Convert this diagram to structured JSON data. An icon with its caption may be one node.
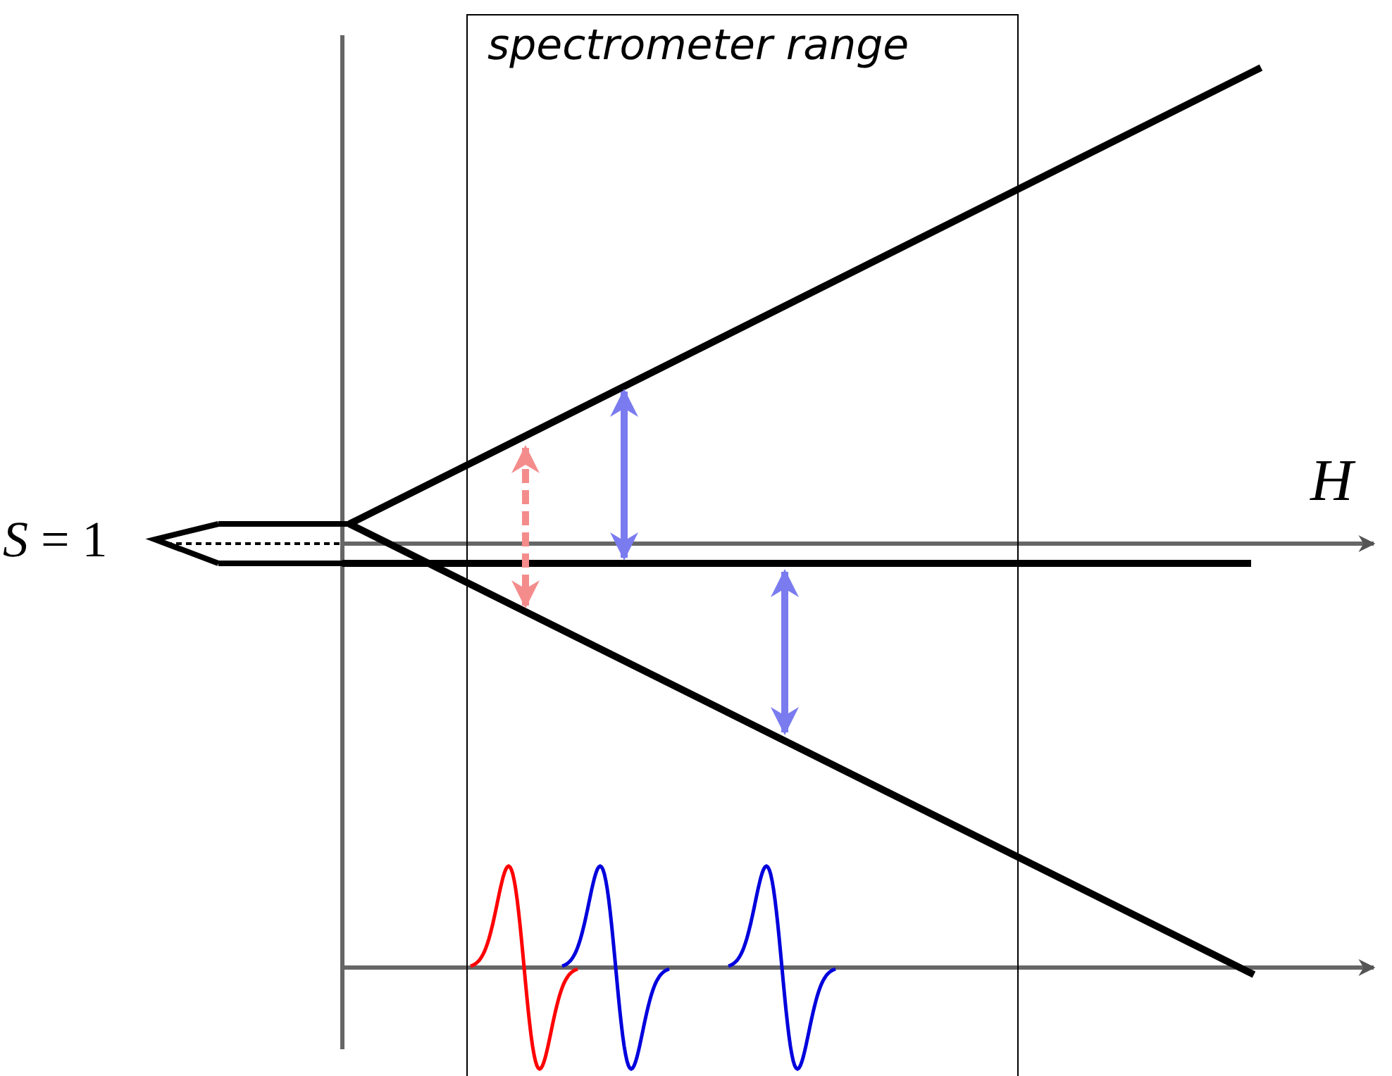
{
  "diagram": {
    "nodes": [
      {
        "text": [
          "spectrometer range"
        ]
      }
    ],
    "labels": [
      "*S* = 1",
      "H"
    ]
  }
}
